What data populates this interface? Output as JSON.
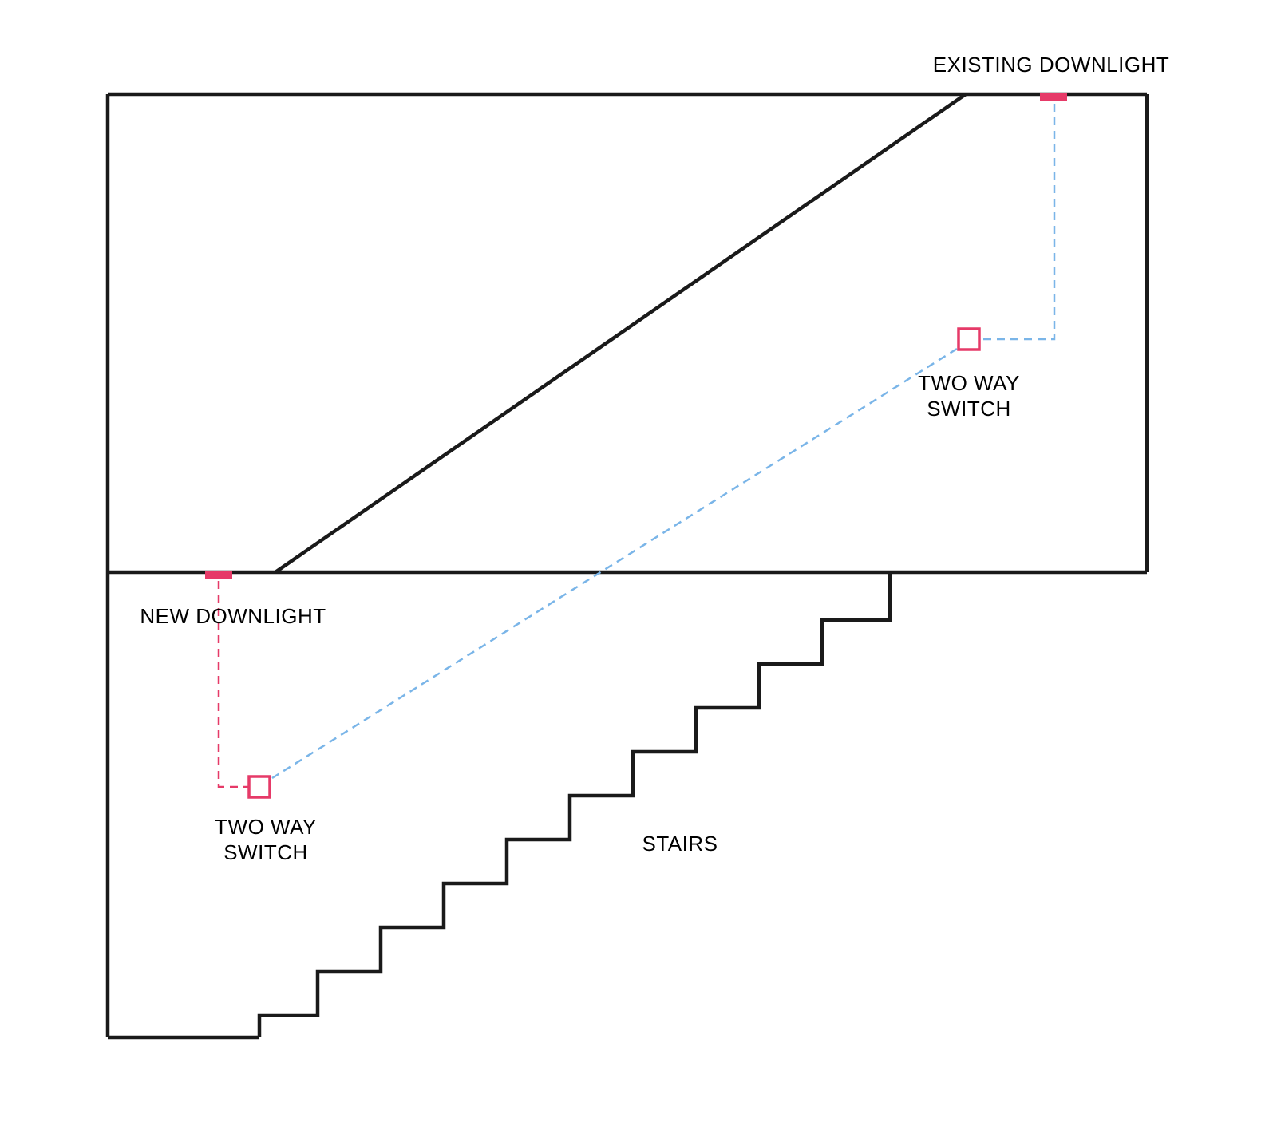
{
  "colors": {
    "line": "#1a1a1a",
    "accent_pink": "#e63a68",
    "wire_blue": "#7ab5e8",
    "background": "#ffffff",
    "text": "#000000"
  },
  "labels": {
    "existing_downlight": "EXISTING DOWNLIGHT",
    "new_downlight": "NEW DOWNLIGHT",
    "stairs": "STAIRS",
    "switch_upper": {
      "line1": "TWO WAY",
      "line2": "SWITCH"
    },
    "switch_lower": {
      "line1": "TWO WAY",
      "line2": "SWITCH"
    }
  }
}
